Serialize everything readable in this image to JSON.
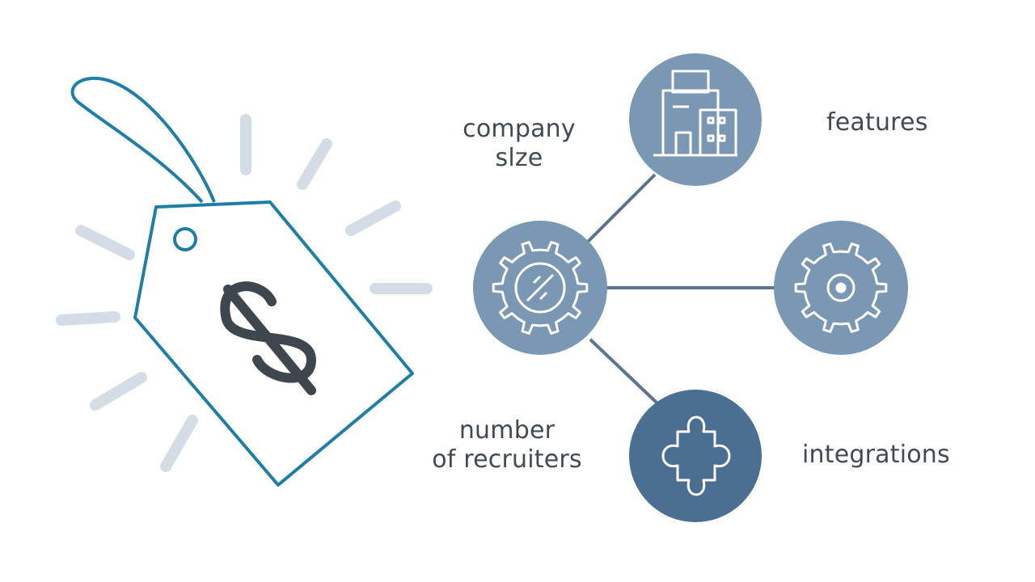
{
  "labels": {
    "company_size": [
      "company",
      "slze"
    ],
    "features": "features",
    "number_of_recruiters": [
      "number",
      "of recruiters"
    ],
    "integrations": "integrations"
  },
  "colors": {
    "tag_outline": "#1f7ea8",
    "dollar": "#3f464d",
    "rays": "#d4dde6",
    "connector": "#5a7590",
    "node_light": "#7a98b3",
    "node_dark": "#4a6f93",
    "icon_stroke": "#ffffff",
    "text": "#3f4a54"
  },
  "icons": [
    "price-tag-icon",
    "dollar-icon",
    "building-icon",
    "gear-icon",
    "puzzle-icon"
  ]
}
